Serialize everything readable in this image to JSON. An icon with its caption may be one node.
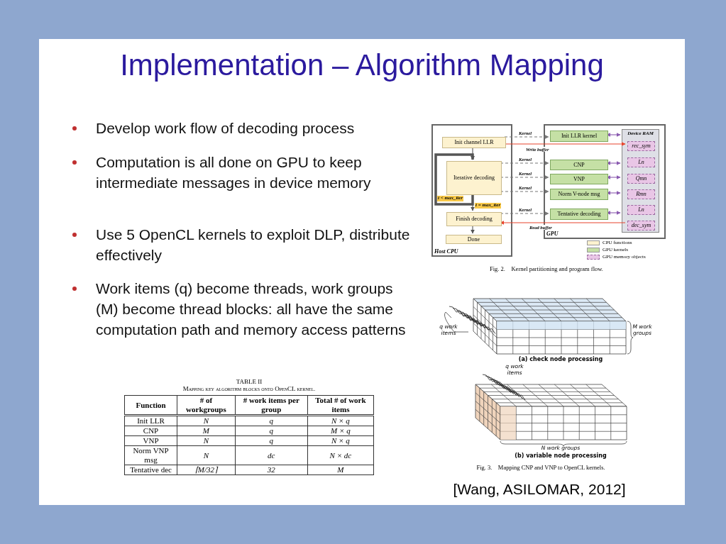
{
  "diagram": {
    "title": "Implementation – Algorithm Mapping",
    "nodes": [
      {
        "text": [
          "Host CPU"
        ]
      },
      {
        "text": [
          "Init channel LLR"
        ],
        "in": 0
      },
      {
        "text": [
          "Iterative decoding"
        ],
        "in": 0
      },
      {
        "text": [
          "Finish decoding"
        ],
        "in": 0
      },
      {
        "text": [
          "Done"
        ],
        "in": 0
      },
      {
        "text": [
          "GPU"
        ]
      },
      {
        "text": [
          "Init LLR kernel"
        ],
        "in": 5
      },
      {
        "text": [
          "CNP"
        ],
        "in": 5
      },
      {
        "text": [
          "VNP"
        ],
        "in": 5
      },
      {
        "text": [
          "Norm  V-node msg"
        ],
        "in": 5
      },
      {
        "text": [
          "Tentative decoding"
        ],
        "in": 5
      },
      {
        "text": [
          "Device RAM"
        ],
        "in": 5
      },
      {
        "text": [
          "rec_sym"
        ],
        "in": 11
      },
      {
        "text": [
          "Ln"
        ],
        "in": 11
      },
      {
        "text": [
          "Qmn"
        ],
        "in": 11
      },
      {
        "text": [
          "Rmn"
        ],
        "in": 11
      },
      {
        "text": [
          "Ln"
        ],
        "in": 11
      },
      {
        "text": [
          "dec_sym"
        ],
        "in": 11
      }
    ],
    "edges": [
      {
        "from": 1,
        "to": 2,
        "arrow": "to"
      },
      {
        "from": 2,
        "to": 2,
        "arrow": "to",
        "label": "i < max_iter",
        "style": "thick"
      },
      {
        "from": 2,
        "to": 3,
        "arrow": "to",
        "label": "i = max_iter"
      },
      {
        "from": 3,
        "to": 4,
        "arrow": "to"
      },
      {
        "from": 1,
        "to": 6,
        "arrow": "to",
        "label": "Kernel",
        "style": "dashed",
        "color": "#777777"
      },
      {
        "from": 1,
        "to": 12,
        "arrow": "to",
        "label": "Write buffer",
        "color": "#e8452c"
      },
      {
        "from": 2,
        "to": 7,
        "arrow": "to",
        "label": "Kernel",
        "style": "dashed",
        "color": "#777777"
      },
      {
        "from": 2,
        "to": 8,
        "arrow": "to",
        "label": "Kernel",
        "style": "dashed",
        "color": "#777777"
      },
      {
        "from": 2,
        "to": 9,
        "arrow": "to",
        "label": "Kernel",
        "style": "dashed",
        "color": "#777777"
      },
      {
        "from": 3,
        "to": 10,
        "arrow": "to",
        "label": "Kernel",
        "style": "dashed",
        "color": "#777777"
      },
      {
        "from": 17,
        "to": 3,
        "arrow": "to",
        "label": "Read buffer",
        "color": "#e8452c"
      },
      {
        "from": 6,
        "to": 11,
        "arrow": "both",
        "color": "#8a5ab0"
      },
      {
        "from": 7,
        "to": 11,
        "arrow": "both",
        "color": "#8a5ab0"
      },
      {
        "from": 8,
        "to": 11,
        "arrow": "both",
        "color": "#8a5ab0"
      },
      {
        "from": 9,
        "to": 11,
        "arrow": "both",
        "color": "#8a5ab0"
      },
      {
        "from": 10,
        "to": 11,
        "arrow": "both",
        "color": "#8a5ab0"
      }
    ],
    "labels": [
      "Develop work flow of decoding process",
      "Computation is all done on GPU to keep intermediate messages in device memory",
      "Use 5 OpenCL kernels to exploit DLP, distribute effectively",
      "Work items (q) become threads, work groups (M) become thread blocks: all have the same computation path and memory access patterns",
      "Fig. 2.    Kernel partitioning and program flow.",
      "q work items",
      "M work groups",
      "(a) check node processing",
      "q work items",
      "N work groups",
      "(b) variable node processing",
      "TABLE II",
      "Mapping key algorithm blocks onto OpenCL kernel.",
      "Function",
      "# of workgroups",
      "# work items per group",
      "Total # of work items",
      "Init LLR",
      "N",
      "q",
      "N × q",
      "CNP",
      "M",
      "q",
      "M × q",
      "VNP",
      "N",
      "q",
      "N × q",
      "Norm VNP msg",
      "N",
      "dc",
      "N × dc",
      "Tentative dec",
      "⌈M/32⌉",
      "32",
      "M",
      "Fig. 3.    Mapping CNP and VNP to OpenCL kernels.",
      "[Wang, ASILOMAR, 2012]"
    ],
    "legend": [
      {
        "text": "CPU functions",
        "color": "#fdf2cf"
      },
      {
        "text": "GPU kernels",
        "color": "#c5e0a5"
      },
      {
        "text": "GPU memory objects",
        "color": "#e9c6e6"
      }
    ]
  }
}
